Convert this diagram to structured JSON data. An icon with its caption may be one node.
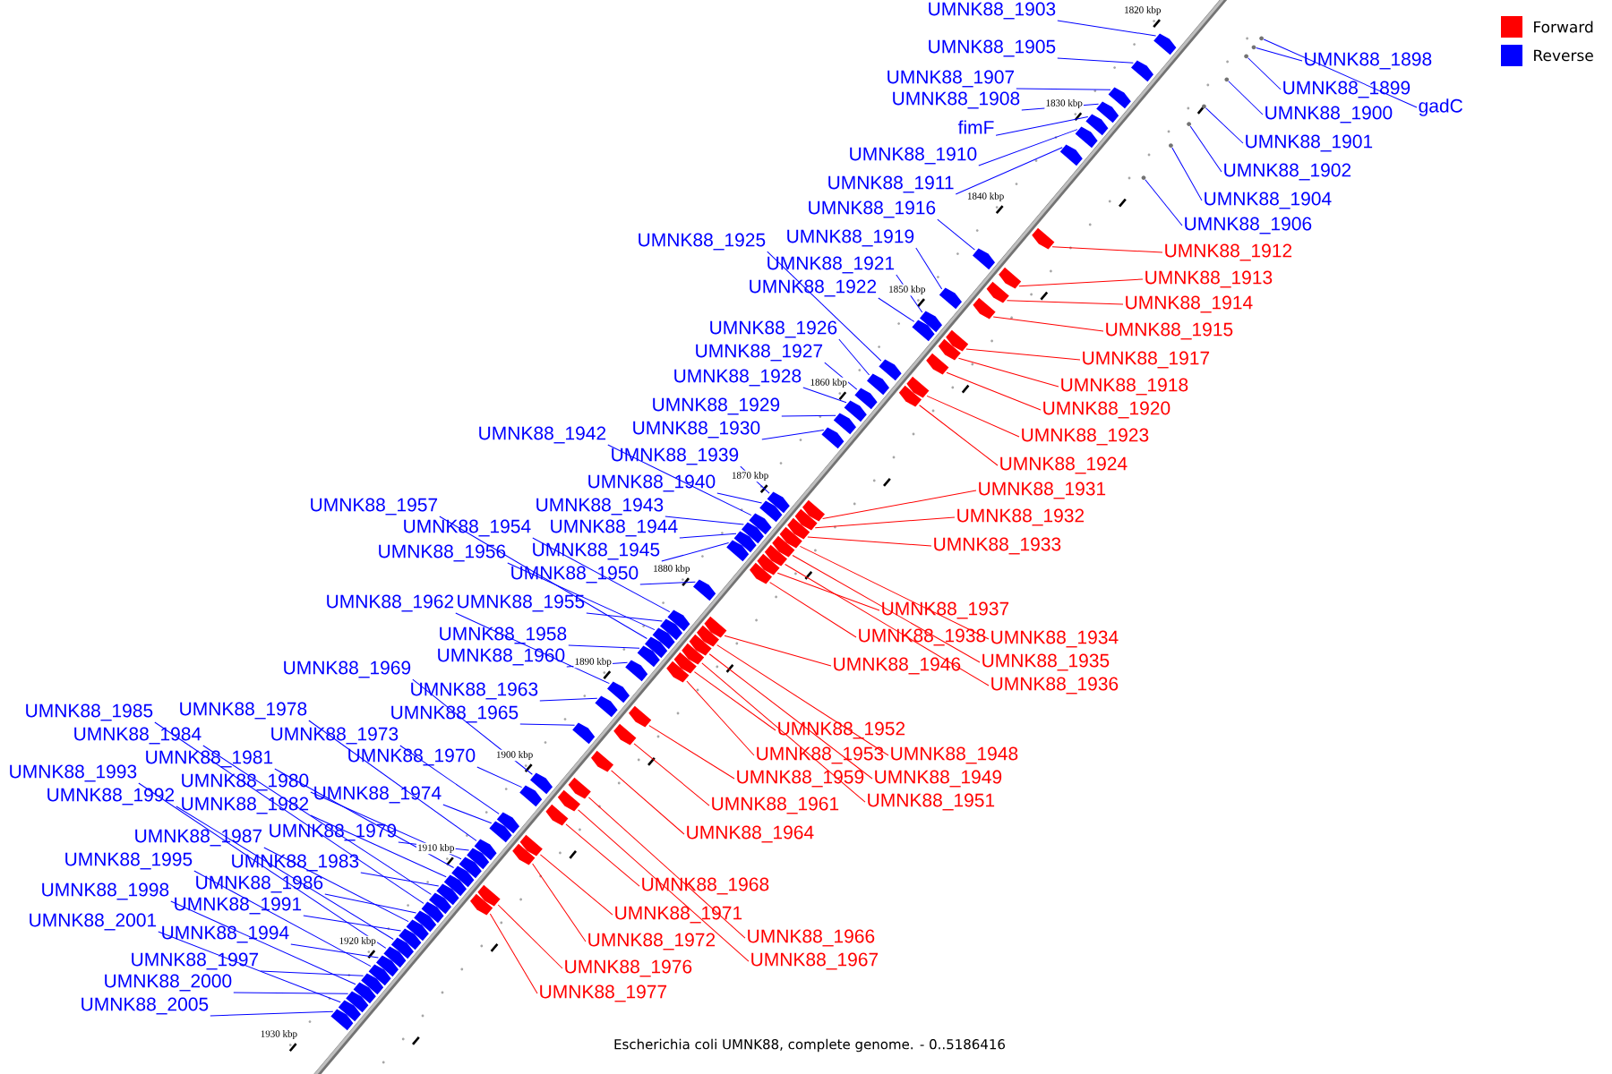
{
  "diagram": {
    "caption": "Escherichia coli UMNK88, complete genome. - 0..5186416",
    "nodes": [
      {
        "text": [
          "UMNK88_1903"
        ]
      },
      {
        "text": [
          "UMNK88_1905"
        ]
      },
      {
        "text": [
          "UMNK88_1907"
        ]
      },
      {
        "text": [
          "UMNK88_1908"
        ]
      },
      {
        "text": [
          "fimF"
        ]
      },
      {
        "text": [
          "UMNK88_1910"
        ]
      },
      {
        "text": [
          "UMNK88_1911"
        ]
      },
      {
        "text": [
          "UMNK88_1916"
        ]
      },
      {
        "text": [
          "UMNK88_1925"
        ]
      },
      {
        "text": [
          "UMNK88_1919"
        ]
      },
      {
        "text": [
          "UMNK88_1921"
        ]
      },
      {
        "text": [
          "UMNK88_1922"
        ]
      },
      {
        "text": [
          "UMNK88_1926"
        ]
      },
      {
        "text": [
          "UMNK88_1927"
        ]
      },
      {
        "text": [
          "UMNK88_1928"
        ]
      },
      {
        "text": [
          "UMNK88_1929"
        ]
      },
      {
        "text": [
          "UMNK88_1942"
        ]
      },
      {
        "text": [
          "UMNK88_1930"
        ]
      },
      {
        "text": [
          "UMNK88_1939"
        ]
      },
      {
        "text": [
          "UMNK88_1940"
        ]
      },
      {
        "text": [
          "UMNK88_1957"
        ]
      },
      {
        "text": [
          "UMNK88_1943"
        ]
      },
      {
        "text": [
          "UMNK88_1954"
        ]
      },
      {
        "text": [
          "UMNK88_1944"
        ]
      },
      {
        "text": [
          "UMNK88_1956"
        ]
      },
      {
        "text": [
          "UMNK88_1945"
        ]
      },
      {
        "text": [
          "UMNK88_1950"
        ]
      },
      {
        "text": [
          "UMNK88_1962"
        ]
      },
      {
        "text": [
          "UMNK88_1955"
        ]
      },
      {
        "text": [
          "UMNK88_1958"
        ]
      },
      {
        "text": [
          "UMNK88_1960"
        ]
      },
      {
        "text": [
          "UMNK88_1969"
        ]
      },
      {
        "text": [
          "UMNK88_1963"
        ]
      },
      {
        "text": [
          "UMNK88_1965"
        ]
      },
      {
        "text": [
          "UMNK88_1985"
        ]
      },
      {
        "text": [
          "UMNK88_1978"
        ]
      },
      {
        "text": [
          "UMNK88_1984"
        ]
      },
      {
        "text": [
          "UMNK88_1973"
        ]
      },
      {
        "text": [
          "UMNK88_1981"
        ]
      },
      {
        "text": [
          "UMNK88_1970"
        ]
      },
      {
        "text": [
          "UMNK88_1993"
        ]
      },
      {
        "text": [
          "UMNK88_1980"
        ]
      },
      {
        "text": [
          "UMNK88_1992"
        ]
      },
      {
        "text": [
          "UMNK88_1982"
        ]
      },
      {
        "text": [
          "UMNK88_1974"
        ]
      },
      {
        "text": [
          "UMNK88_1979"
        ]
      },
      {
        "text": [
          "UMNK88_1987"
        ]
      },
      {
        "text": [
          "UMNK88_1983"
        ]
      },
      {
        "text": [
          "UMNK88_1995"
        ]
      },
      {
        "text": [
          "UMNK88_1986"
        ]
      },
      {
        "text": [
          "UMNK88_1998"
        ]
      },
      {
        "text": [
          "UMNK88_1991"
        ]
      },
      {
        "text": [
          "UMNK88_2001"
        ]
      },
      {
        "text": [
          "UMNK88_1994"
        ]
      },
      {
        "text": [
          "UMNK88_1997"
        ]
      },
      {
        "text": [
          "UMNK88_2000"
        ]
      },
      {
        "text": [
          "UMNK88_2005"
        ]
      },
      {
        "text": [
          "UMNK88_1898"
        ]
      },
      {
        "text": [
          "UMNK88_1899"
        ]
      },
      {
        "text": [
          "gadC"
        ]
      },
      {
        "text": [
          "UMNK88_1900"
        ]
      },
      {
        "text": [
          "UMNK88_1901"
        ]
      },
      {
        "text": [
          "UMNK88_1902"
        ]
      },
      {
        "text": [
          "UMNK88_1904"
        ]
      },
      {
        "text": [
          "UMNK88_1906"
        ]
      },
      {
        "text": [
          "UMNK88_1912"
        ]
      },
      {
        "text": [
          "UMNK88_1913"
        ]
      },
      {
        "text": [
          "UMNK88_1914"
        ]
      },
      {
        "text": [
          "UMNK88_1915"
        ]
      },
      {
        "text": [
          "UMNK88_1917"
        ]
      },
      {
        "text": [
          "UMNK88_1918"
        ]
      },
      {
        "text": [
          "UMNK88_1920"
        ]
      },
      {
        "text": [
          "UMNK88_1923"
        ]
      },
      {
        "text": [
          "UMNK88_1924"
        ]
      },
      {
        "text": [
          "UMNK88_1931"
        ]
      },
      {
        "text": [
          "UMNK88_1932"
        ]
      },
      {
        "text": [
          "UMNK88_1933"
        ]
      },
      {
        "text": [
          "UMNK88_1937"
        ]
      },
      {
        "text": [
          "UMNK88_1938"
        ]
      },
      {
        "text": [
          "UMNK88_1934"
        ]
      },
      {
        "text": [
          "UMNK88_1935"
        ]
      },
      {
        "text": [
          "UMNK88_1936"
        ]
      },
      {
        "text": [
          "UMNK88_1946"
        ]
      },
      {
        "text": [
          "UMNK88_1952"
        ]
      },
      {
        "text": [
          "UMNK88_1953"
        ]
      },
      {
        "text": [
          "UMNK88_1948"
        ]
      },
      {
        "text": [
          "UMNK88_1959"
        ]
      },
      {
        "text": [
          "UMNK88_1949"
        ]
      },
      {
        "text": [
          "UMNK88_1951"
        ]
      },
      {
        "text": [
          "UMNK88_1961"
        ]
      },
      {
        "text": [
          "UMNK88_1964"
        ]
      },
      {
        "text": [
          "UMNK88_1968"
        ]
      },
      {
        "text": [
          "UMNK88_1971"
        ]
      },
      {
        "text": [
          "UMNK88_1966"
        ]
      },
      {
        "text": [
          "UMNK88_1972"
        ]
      },
      {
        "text": [
          "UMNK88_1967"
        ]
      },
      {
        "text": [
          "UMNK88_1976"
        ]
      },
      {
        "text": [
          "UMNK88_1977"
        ]
      },
      {
        "text": [],
        "shape": "block"
      },
      {
        "text": [],
        "shape": "block"
      },
      {
        "text": [],
        "shape": "block"
      },
      {
        "text": [],
        "shape": "block"
      },
      {
        "text": [],
        "shape": "block"
      },
      {
        "text": [],
        "shape": "block"
      },
      {
        "text": [],
        "shape": "block"
      },
      {
        "text": [],
        "shape": "block"
      },
      {
        "text": [],
        "shape": "block"
      },
      {
        "text": [],
        "shape": "block"
      },
      {
        "text": [],
        "shape": "block"
      },
      {
        "text": [],
        "shape": "block"
      },
      {
        "text": [],
        "shape": "block"
      },
      {
        "text": [],
        "shape": "block"
      },
      {
        "text": [],
        "shape": "block"
      },
      {
        "text": [],
        "shape": "block"
      },
      {
        "text": [],
        "shape": "block"
      },
      {
        "text": [],
        "shape": "block"
      },
      {
        "text": [],
        "shape": "block"
      },
      {
        "text": [],
        "shape": "block"
      },
      {
        "text": [],
        "shape": "block"
      },
      {
        "text": [],
        "shape": "block"
      },
      {
        "text": [],
        "shape": "block"
      },
      {
        "text": [],
        "shape": "block"
      },
      {
        "text": [],
        "shape": "block"
      },
      {
        "text": [],
        "shape": "block"
      },
      {
        "text": [],
        "shape": "block"
      },
      {
        "text": [],
        "shape": "block"
      },
      {
        "text": [],
        "shape": "block"
      },
      {
        "text": [],
        "shape": "block"
      },
      {
        "text": [],
        "shape": "block"
      },
      {
        "text": [],
        "shape": "block"
      },
      {
        "text": [],
        "shape": "block"
      },
      {
        "text": [],
        "shape": "block"
      },
      {
        "text": [],
        "shape": "block"
      },
      {
        "text": [],
        "shape": "block"
      },
      {
        "text": [],
        "shape": "block"
      },
      {
        "text": [],
        "shape": "block"
      },
      {
        "text": [],
        "shape": "block"
      },
      {
        "text": [],
        "shape": "block"
      },
      {
        "text": [],
        "shape": "block"
      },
      {
        "text": [],
        "shape": "block"
      },
      {
        "text": [],
        "shape": "block"
      },
      {
        "text": [],
        "shape": "block"
      },
      {
        "text": [],
        "shape": "block"
      },
      {
        "text": [],
        "shape": "block"
      },
      {
        "text": [],
        "shape": "block"
      },
      {
        "text": [],
        "shape": "block"
      },
      {
        "text": [],
        "shape": "block"
      },
      {
        "text": [],
        "shape": "block"
      },
      {
        "text": [],
        "shape": "block"
      },
      {
        "text": [],
        "shape": "block"
      },
      {
        "text": [],
        "shape": "block"
      },
      {
        "text": [],
        "shape": "block"
      },
      {
        "text": [],
        "shape": "block"
      },
      {
        "text": [],
        "shape": "block"
      },
      {
        "text": [],
        "shape": "block"
      },
      {
        "text": [],
        "shape": "circle"
      },
      {
        "text": [],
        "shape": "circle"
      },
      {
        "text": [],
        "shape": "circle"
      },
      {
        "text": [],
        "shape": "circle"
      },
      {
        "text": [],
        "shape": "circle"
      },
      {
        "text": [],
        "shape": "circle"
      },
      {
        "text": [],
        "shape": "circle"
      },
      {
        "text": [],
        "shape": "circle"
      },
      {
        "text": [],
        "shape": "block"
      },
      {
        "text": [],
        "shape": "block"
      },
      {
        "text": [],
        "shape": "block"
      },
      {
        "text": [],
        "shape": "block"
      },
      {
        "text": [],
        "shape": "block"
      },
      {
        "text": [],
        "shape": "block"
      },
      {
        "text": [],
        "shape": "block"
      },
      {
        "text": [],
        "shape": "block"
      },
      {
        "text": [],
        "shape": "block"
      },
      {
        "text": [],
        "shape": "block"
      },
      {
        "text": [],
        "shape": "block"
      },
      {
        "text": [],
        "shape": "block"
      },
      {
        "text": [],
        "shape": "block"
      },
      {
        "text": [],
        "shape": "block"
      },
      {
        "text": [],
        "shape": "block"
      },
      {
        "text": [],
        "shape": "block"
      },
      {
        "text": [],
        "shape": "block"
      },
      {
        "text": [],
        "shape": "block"
      },
      {
        "text": [],
        "shape": "block"
      },
      {
        "text": [],
        "shape": "block"
      },
      {
        "text": [],
        "shape": "block"
      },
      {
        "text": [],
        "shape": "block"
      },
      {
        "text": [],
        "shape": "block"
      },
      {
        "text": [],
        "shape": "block"
      },
      {
        "text": [],
        "shape": "block"
      },
      {
        "text": [],
        "shape": "block"
      },
      {
        "text": [],
        "shape": "block"
      },
      {
        "text": [],
        "shape": "block"
      },
      {
        "text": [],
        "shape": "block"
      },
      {
        "text": [],
        "shape": "block"
      },
      {
        "text": [],
        "shape": "block"
      },
      {
        "text": [],
        "shape": "block"
      },
      {
        "text": [],
        "shape": "block"
      }
    ],
    "edges": [
      {
        "from": 0,
        "to": 98,
        "arrow": "none"
      },
      {
        "from": 1,
        "to": 99,
        "arrow": "none"
      },
      {
        "from": 2,
        "to": 100,
        "arrow": "none"
      },
      {
        "from": 3,
        "to": 101,
        "arrow": "none"
      },
      {
        "from": 4,
        "to": 102,
        "arrow": "none"
      },
      {
        "from": 5,
        "to": 103,
        "arrow": "none"
      },
      {
        "from": 6,
        "to": 104,
        "arrow": "none"
      },
      {
        "from": 7,
        "to": 105,
        "arrow": "none"
      },
      {
        "from": 8,
        "to": 109,
        "arrow": "none"
      },
      {
        "from": 9,
        "to": 106,
        "arrow": "none"
      },
      {
        "from": 10,
        "to": 107,
        "arrow": "none"
      },
      {
        "from": 11,
        "to": 108,
        "arrow": "none"
      },
      {
        "from": 12,
        "to": 110,
        "arrow": "none"
      },
      {
        "from": 13,
        "to": 111,
        "arrow": "none"
      },
      {
        "from": 14,
        "to": 112,
        "arrow": "none"
      },
      {
        "from": 15,
        "to": 113,
        "arrow": "none"
      },
      {
        "from": 16,
        "to": 117,
        "arrow": "none"
      },
      {
        "from": 17,
        "to": 114,
        "arrow": "none"
      },
      {
        "from": 18,
        "to": 115,
        "arrow": "none"
      },
      {
        "from": 19,
        "to": 116,
        "arrow": "none"
      },
      {
        "from": 20,
        "to": 125,
        "arrow": "none"
      },
      {
        "from": 21,
        "to": 118,
        "arrow": "none"
      },
      {
        "from": 22,
        "to": 122,
        "arrow": "none"
      },
      {
        "from": 23,
        "to": 119,
        "arrow": "none"
      },
      {
        "from": 24,
        "to": 124,
        "arrow": "none"
      },
      {
        "from": 25,
        "to": 120,
        "arrow": "none"
      },
      {
        "from": 26,
        "to": 121,
        "arrow": "none"
      },
      {
        "from": 27,
        "to": 128,
        "arrow": "none"
      },
      {
        "from": 28,
        "to": 123,
        "arrow": "none"
      },
      {
        "from": 29,
        "to": 126,
        "arrow": "none"
      },
      {
        "from": 30,
        "to": 127,
        "arrow": "none"
      },
      {
        "from": 31,
        "to": 131,
        "arrow": "none"
      },
      {
        "from": 32,
        "to": 129,
        "arrow": "none"
      },
      {
        "from": 33,
        "to": 130,
        "arrow": "none"
      },
      {
        "from": 34,
        "to": 142,
        "arrow": "none"
      },
      {
        "from": 35,
        "to": 135,
        "arrow": "none"
      },
      {
        "from": 36,
        "to": 141,
        "arrow": "none"
      },
      {
        "from": 37,
        "to": 133,
        "arrow": "none"
      },
      {
        "from": 38,
        "to": 138,
        "arrow": "none"
      },
      {
        "from": 39,
        "to": 132,
        "arrow": "none"
      },
      {
        "from": 40,
        "to": 147,
        "arrow": "none"
      },
      {
        "from": 41,
        "to": 137,
        "arrow": "none"
      },
      {
        "from": 42,
        "to": 146,
        "arrow": "none"
      },
      {
        "from": 43,
        "to": 139,
        "arrow": "none"
      },
      {
        "from": 44,
        "to": 134,
        "arrow": "none"
      },
      {
        "from": 45,
        "to": 136,
        "arrow": "none"
      },
      {
        "from": 46,
        "to": 144,
        "arrow": "none"
      },
      {
        "from": 47,
        "to": 140,
        "arrow": "none"
      },
      {
        "from": 48,
        "to": 149,
        "arrow": "none"
      },
      {
        "from": 49,
        "to": 143,
        "arrow": "none"
      },
      {
        "from": 50,
        "to": 151,
        "arrow": "none"
      },
      {
        "from": 51,
        "to": 145,
        "arrow": "none"
      },
      {
        "from": 52,
        "to": 153,
        "arrow": "none"
      },
      {
        "from": 53,
        "to": 148,
        "arrow": "none"
      },
      {
        "from": 54,
        "to": 150,
        "arrow": "none"
      },
      {
        "from": 55,
        "to": 152,
        "arrow": "none"
      },
      {
        "from": 56,
        "to": 154,
        "arrow": "none"
      },
      {
        "from": 57,
        "to": 156,
        "arrow": "none"
      },
      {
        "from": 58,
        "to": 157,
        "arrow": "none"
      },
      {
        "from": 59,
        "to": 155,
        "arrow": "none"
      },
      {
        "from": 60,
        "to": 158,
        "arrow": "none"
      },
      {
        "from": 61,
        "to": 159,
        "arrow": "none"
      },
      {
        "from": 62,
        "to": 160,
        "arrow": "none"
      },
      {
        "from": 63,
        "to": 161,
        "arrow": "none"
      },
      {
        "from": 64,
        "to": 162,
        "arrow": "none"
      },
      {
        "from": 65,
        "to": 163,
        "arrow": "none",
        "color": "#ff0000"
      },
      {
        "from": 66,
        "to": 164,
        "arrow": "none",
        "color": "#ff0000"
      },
      {
        "from": 67,
        "to": 165,
        "arrow": "none",
        "color": "#ff0000"
      },
      {
        "from": 68,
        "to": 166,
        "arrow": "none",
        "color": "#ff0000"
      },
      {
        "from": 69,
        "to": 167,
        "arrow": "none",
        "color": "#ff0000"
      },
      {
        "from": 70,
        "to": 168,
        "arrow": "none",
        "color": "#ff0000"
      },
      {
        "from": 71,
        "to": 169,
        "arrow": "none",
        "color": "#ff0000"
      },
      {
        "from": 72,
        "to": 170,
        "arrow": "none",
        "color": "#ff0000"
      },
      {
        "from": 73,
        "to": 171,
        "arrow": "none",
        "color": "#ff0000"
      },
      {
        "from": 74,
        "to": 172,
        "arrow": "none",
        "color": "#ff0000"
      },
      {
        "from": 75,
        "to": 173,
        "arrow": "none",
        "color": "#ff0000"
      },
      {
        "from": 76,
        "to": 174,
        "arrow": "none",
        "color": "#ff0000"
      },
      {
        "from": 77,
        "to": 178,
        "arrow": "none",
        "color": "#ff0000"
      },
      {
        "from": 78,
        "to": 179,
        "arrow": "none",
        "color": "#ff0000"
      },
      {
        "from": 79,
        "to": 175,
        "arrow": "none",
        "color": "#ff0000"
      },
      {
        "from": 80,
        "to": 176,
        "arrow": "none",
        "color": "#ff0000"
      },
      {
        "from": 81,
        "to": 177,
        "arrow": "none",
        "color": "#ff0000"
      },
      {
        "from": 82,
        "to": 180,
        "arrow": "none",
        "color": "#ff0000"
      },
      {
        "from": 83,
        "to": 184,
        "arrow": "none",
        "color": "#ff0000"
      },
      {
        "from": 84,
        "to": 185,
        "arrow": "none",
        "color": "#ff0000"
      },
      {
        "from": 85,
        "to": 181,
        "arrow": "none",
        "color": "#ff0000"
      },
      {
        "from": 86,
        "to": 186,
        "arrow": "none",
        "color": "#ff0000"
      },
      {
        "from": 87,
        "to": 182,
        "arrow": "none",
        "color": "#ff0000"
      },
      {
        "from": 88,
        "to": 183,
        "arrow": "none",
        "color": "#ff0000"
      },
      {
        "from": 89,
        "to": 187,
        "arrow": "none",
        "color": "#ff0000"
      },
      {
        "from": 90,
        "to": 188,
        "arrow": "none",
        "color": "#ff0000"
      },
      {
        "from": 91,
        "to": 191,
        "arrow": "none",
        "color": "#ff0000"
      },
      {
        "from": 92,
        "to": 192,
        "arrow": "none",
        "color": "#ff0000"
      },
      {
        "from": 93,
        "to": 189,
        "arrow": "none",
        "color": "#ff0000"
      },
      {
        "from": 94,
        "to": 193,
        "arrow": "none",
        "color": "#ff0000"
      },
      {
        "from": 95,
        "to": 190,
        "arrow": "none",
        "color": "#ff0000"
      },
      {
        "from": 96,
        "to": 194,
        "arrow": "none",
        "color": "#ff0000"
      },
      {
        "from": 97,
        "to": 195,
        "arrow": "none",
        "color": "#ff0000"
      }
    ],
    "labels": [
      "1820 kbp",
      "1830 kbp",
      "1840 kbp",
      "1850 kbp",
      "1860 kbp",
      "1870 kbp",
      "1880 kbp",
      "1890 kbp",
      "1900 kbp",
      "1910 kbp",
      "1920 kbp",
      "1930 kbp"
    ],
    "legend": [
      {
        "text": "Forward",
        "color": "#ff0000"
      },
      {
        "text": "Reverse",
        "color": "#0000ff"
      }
    ]
  }
}
